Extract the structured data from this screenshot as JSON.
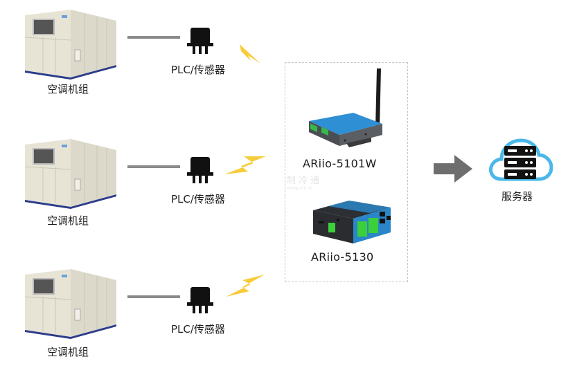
{
  "units": [
    {
      "label": "空调机组",
      "sensor_label": "PLC/传感器"
    },
    {
      "label": "空调机组",
      "sensor_label": "PLC/传感器"
    },
    {
      "label": "空调机组",
      "sensor_label": "PLC/传感器"
    }
  ],
  "gateways": [
    {
      "model": "ARiio-5101W"
    },
    {
      "model": "ARiio-5130"
    }
  ],
  "watermark": {
    "text": "制冷通",
    "url_text": "www.zlt.ns"
  },
  "server": {
    "label": "服务器"
  },
  "colors": {
    "connector_line": "#8a8a8a",
    "bolt": "#f7cc3a",
    "arrow": "#6e6e6e",
    "cloud": "#4ab8e8",
    "server": "#111111",
    "gateway_blue": "#2a86c8",
    "terminal_green": "#3ccf3c"
  }
}
